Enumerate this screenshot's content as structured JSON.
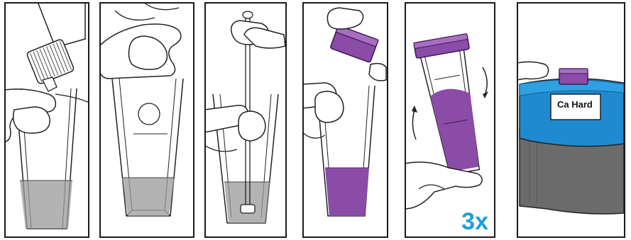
{
  "steps": [
    {
      "id": 1,
      "action": "add-drops"
    },
    {
      "id": 2,
      "action": "wipe-vial"
    },
    {
      "id": 3,
      "action": "stir"
    },
    {
      "id": 4,
      "action": "cap-vial"
    },
    {
      "id": 5,
      "action": "invert-mix",
      "repeat_label": "3x"
    },
    {
      "id": 6,
      "action": "insert-meter",
      "display_text": "Ca Hard"
    }
  ],
  "colors": {
    "purple": "#8b4ca8",
    "purple_light": "#a86ec2",
    "water_gray": "#8a8a8a",
    "meter_blue": "#1f8ad0",
    "meter_gray": "#6b6b6b",
    "accent_blue": "#1e9fe0"
  }
}
